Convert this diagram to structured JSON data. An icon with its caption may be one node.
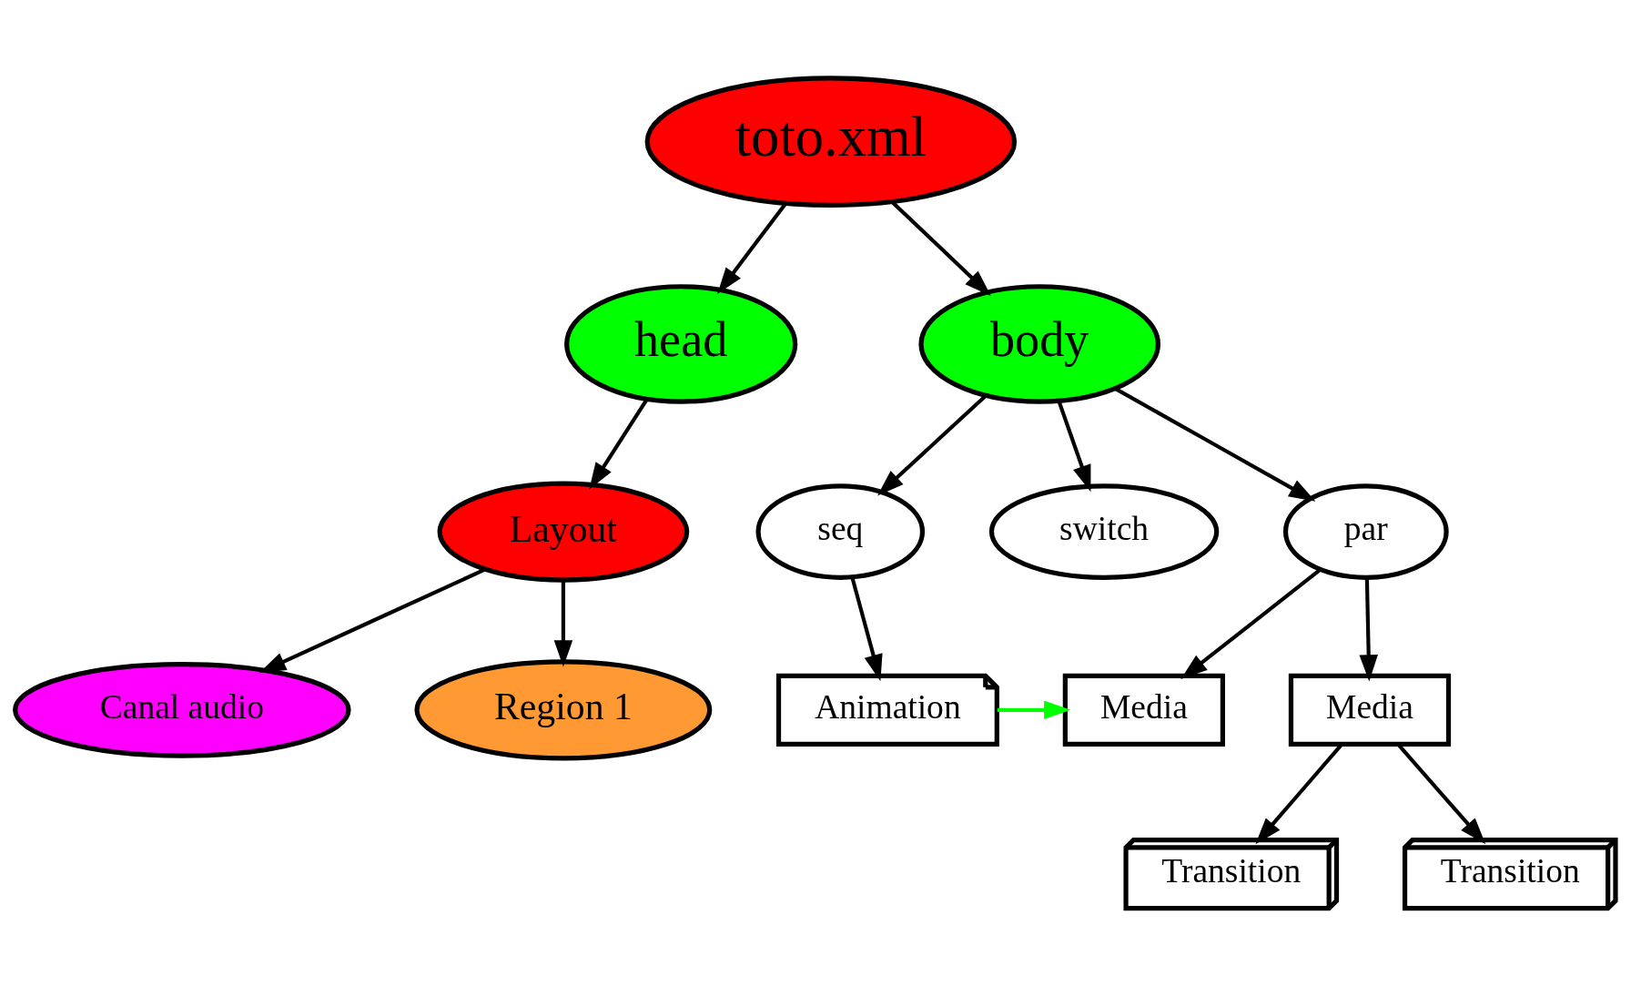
{
  "diagram": {
    "nodes": [
      {
        "text": [
          "toto.xml"
        ]
      },
      {
        "text": [
          "head"
        ]
      },
      {
        "text": [
          "body"
        ]
      },
      {
        "text": [
          "Layout"
        ]
      },
      {
        "text": [
          "Region 1"
        ]
      },
      {
        "text": [
          "Canal audio"
        ]
      },
      {
        "text": [
          "par"
        ]
      },
      {
        "text": [
          "seq"
        ]
      },
      {
        "text": [
          "switch"
        ]
      },
      {
        "text": [
          "Media"
        ]
      },
      {
        "text": [
          "Media"
        ]
      },
      {
        "text": [
          "Animation"
        ]
      },
      {
        "text": [
          "Transition"
        ]
      },
      {
        "text": [
          "Transition"
        ]
      }
    ],
    "edges": [
      {
        "from": 0,
        "to": 1,
        "arrow": "to"
      },
      {
        "from": 0,
        "to": 2,
        "arrow": "to"
      },
      {
        "from": 1,
        "to": 3,
        "arrow": "to"
      },
      {
        "from": 3,
        "to": 4,
        "arrow": "to"
      },
      {
        "from": 3,
        "to": 5,
        "arrow": "to"
      },
      {
        "from": 2,
        "to": 6,
        "arrow": "to"
      },
      {
        "from": 2,
        "to": 7,
        "arrow": "to"
      },
      {
        "from": 2,
        "to": 8,
        "arrow": "to"
      },
      {
        "from": 6,
        "to": 9,
        "arrow": "to"
      },
      {
        "from": 6,
        "to": 10,
        "arrow": "to"
      },
      {
        "from": 7,
        "to": 11,
        "arrow": "to"
      },
      {
        "from": 11,
        "to": 10,
        "arrow": "to",
        "color": "#00ff00"
      },
      {
        "from": 9,
        "to": 12,
        "arrow": "to"
      },
      {
        "from": 9,
        "to": 13,
        "arrow": "to"
      }
    ]
  }
}
